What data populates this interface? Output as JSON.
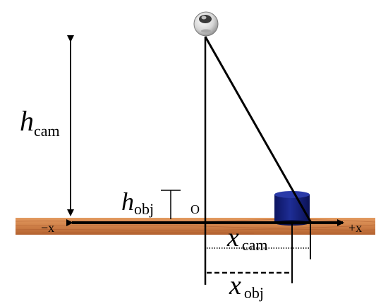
{
  "labels": {
    "h_cam": {
      "symbol": "h",
      "sub": "cam"
    },
    "h_obj": {
      "symbol": "h",
      "sub": "obj"
    },
    "x_cam": {
      "symbol": "x",
      "sub": "cam"
    },
    "x_obj": {
      "symbol": "x",
      "sub": "obj"
    },
    "origin": "O",
    "neg_x": "−x",
    "pos_x": "+x"
  },
  "colors": {
    "floor": "#cf8048",
    "floor_dark": "#a8582c",
    "object": "#14207a",
    "camera": "#d9d9d9",
    "line": "#000000"
  },
  "icons": {
    "camera": "webcam-icon",
    "object": "cylinder-object"
  }
}
